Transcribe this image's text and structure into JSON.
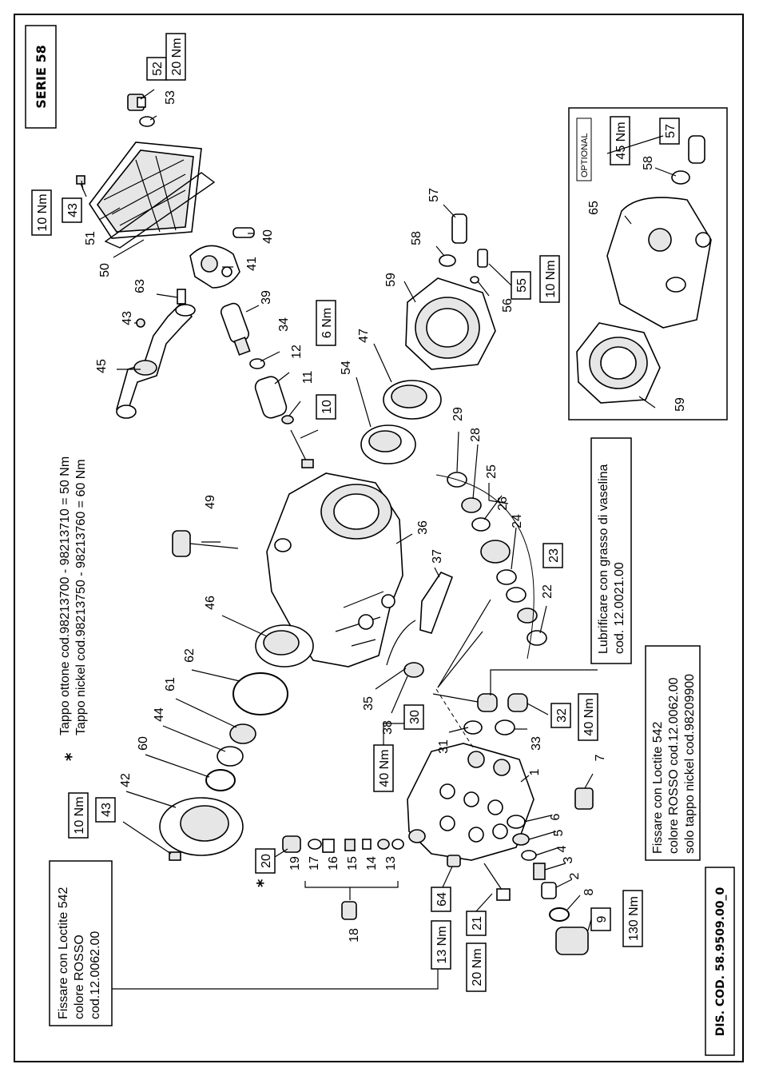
{
  "header": {
    "series": "SERIE 58",
    "drawing_code": "DIS. COD. 58.9509.00_0"
  },
  "notes": {
    "star": "*",
    "tappo_line1": "Tappo ottone cod.98213700 - 98213710 = 50 Nm",
    "tappo_line2": "Tappo nickel cod.98213750 - 98213760 = 60 Nm",
    "lubrificare_line1": "Lubrificare con grasso di vaselina",
    "lubrificare_line2": "cod. 12.0021.00",
    "loctite_right_line1": "Fissare con Loctite 542",
    "loctite_right_line2": "colore ROSSO cod.12.0062.00",
    "loctite_right_line3": "solo tappo nickel cod.98209900",
    "loctite_left_line1": "Fissare con Loctite 542",
    "loctite_left_line2": "colore ROSSO",
    "loctite_left_line3": "cod.12.0062.00",
    "optional": "OPTIONAL",
    "star2": "*"
  },
  "torque_boxes": {
    "b52": {
      "part": "52",
      "torque": "20 Nm"
    },
    "b43_top": {
      "part": "43",
      "torque": "10 Nm"
    },
    "b10": {
      "part": "10",
      "torque": "6 Nm"
    },
    "b55": {
      "part": "55",
      "torque": "10 Nm"
    },
    "b57": {
      "part": "57",
      "torque": "45 Nm"
    },
    "b43_bottom": {
      "part": "43",
      "torque": "10 Nm"
    },
    "b30": {
      "part": "30",
      "torque": "40 Nm"
    },
    "b32": {
      "part": "32",
      "torque": "40 Nm"
    },
    "b64": {
      "part": "64",
      "torque": "13 Nm"
    },
    "b21": {
      "part": "21",
      "torque": "20 Nm"
    },
    "b9": {
      "part": "9",
      "torque": "130 Nm"
    },
    "b20": {
      "part": "20"
    },
    "b23": {
      "part": "23"
    }
  },
  "part_labels": {
    "p53": "53",
    "p51": "51",
    "p50": "50",
    "p40": "40",
    "p41": "41",
    "p63": "63",
    "p43a": "43",
    "p45": "45",
    "p39": "39",
    "p34": "34",
    "p12": "12",
    "p11": "11",
    "p57": "57",
    "p58": "58",
    "p59": "59",
    "p56": "56",
    "p47": "47",
    "p54": "54",
    "p29": "29",
    "p28": "28",
    "p25": "25",
    "p26": "26",
    "p24": "24",
    "p22": "22",
    "p49": "49",
    "p36": "36",
    "p37": "37",
    "p46": "46",
    "p62": "62",
    "p61": "61",
    "p44": "44",
    "p60": "60",
    "p42": "42",
    "p35": "35",
    "p38": "38",
    "p31": "31",
    "p33": "33",
    "p7": "7",
    "p1": "1",
    "p6": "6",
    "p5": "5",
    "p4": "4",
    "p3": "3",
    "p2": "2",
    "p8": "8",
    "p19": "19",
    "p17": "17",
    "p16": "16",
    "p15": "15",
    "p14": "14",
    "p13": "13",
    "p18": "18",
    "p65": "65",
    "p58b": "58",
    "p59b": "59"
  }
}
